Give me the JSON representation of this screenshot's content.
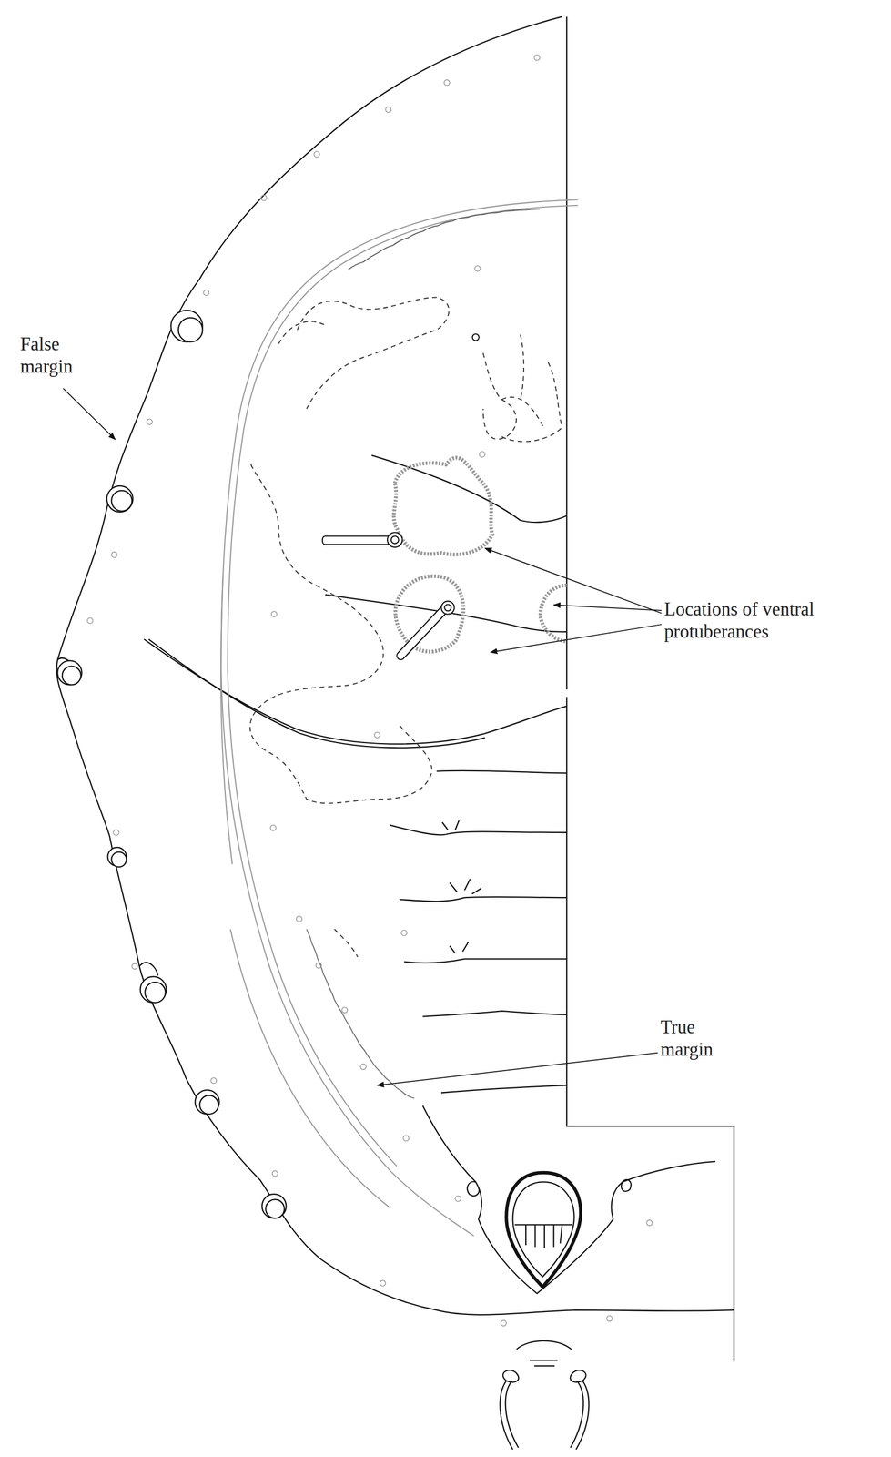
{
  "diagram": {
    "labels": [
      "False margin",
      "Locations of ventral protuberances",
      "True margin"
    ]
  }
}
